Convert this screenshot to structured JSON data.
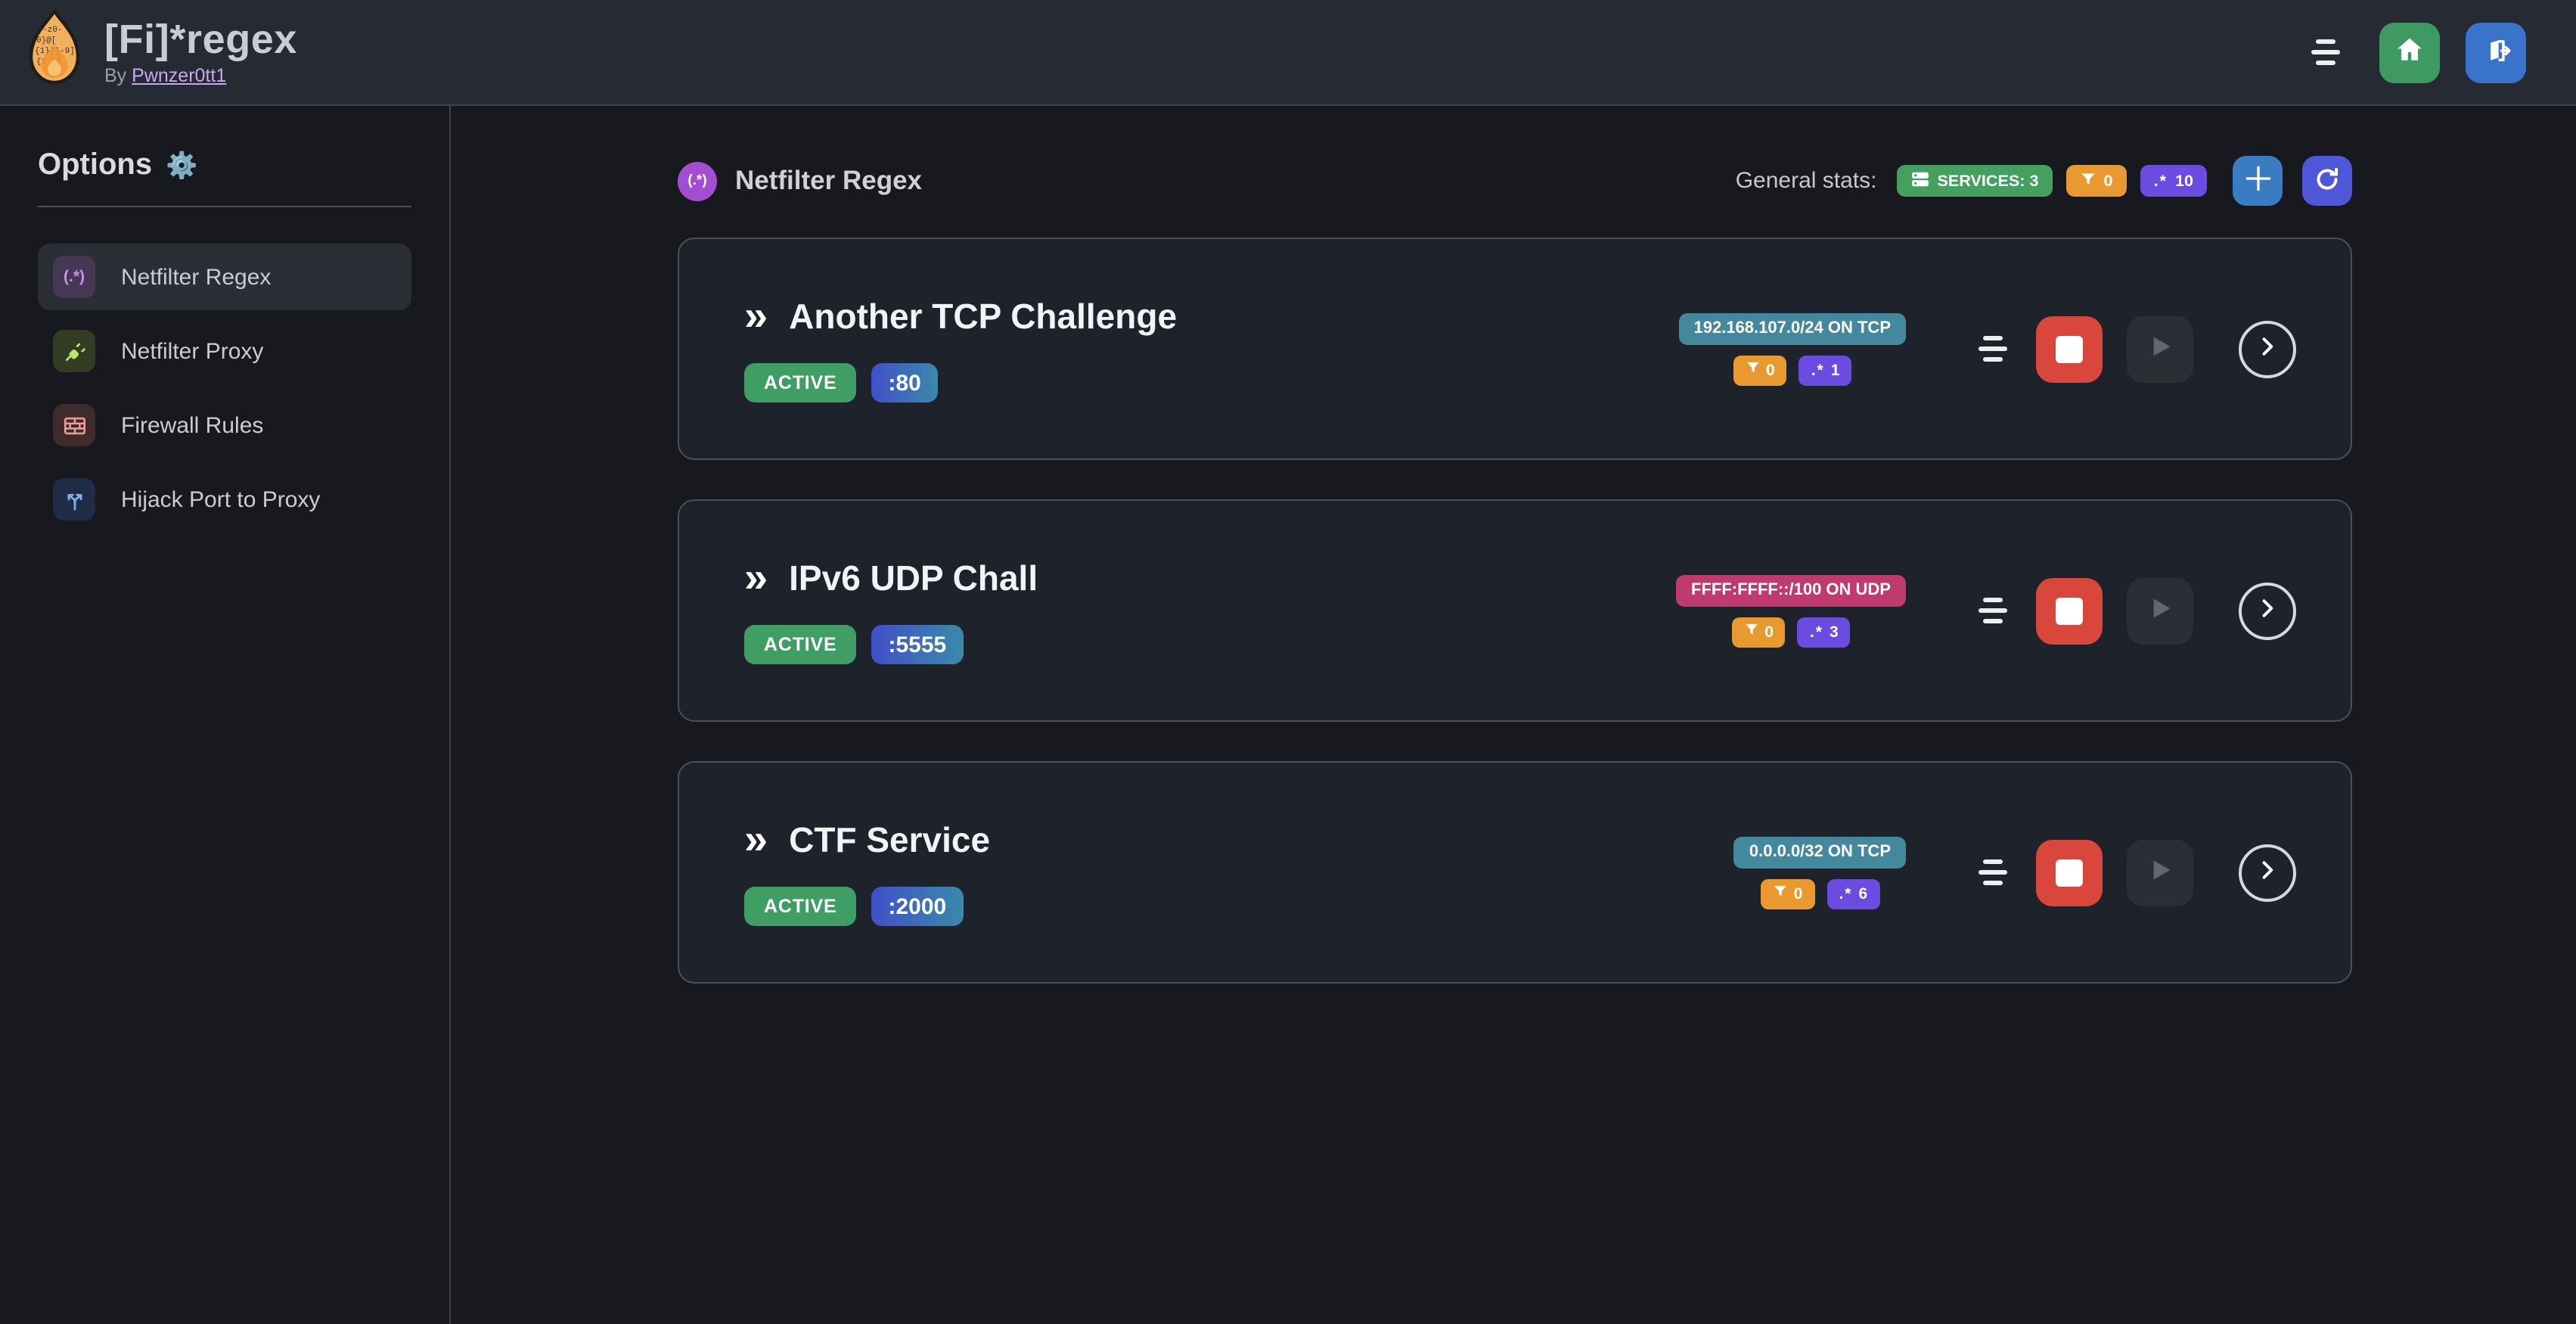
{
  "topbar": {
    "title": "[Fi]*regex",
    "byline_prefix": "By",
    "author_link": "Pwnzer0tt1"
  },
  "sidebar": {
    "header": "Options",
    "header_icon": "⚙️",
    "items": [
      {
        "label": "Netfilter Regex",
        "icon_text": "(.*)"
      },
      {
        "label": "Netfilter Proxy"
      },
      {
        "label": "Firewall Rules"
      },
      {
        "label": "Hijack Port to Proxy"
      }
    ]
  },
  "main": {
    "section_icon_text": "(.*)",
    "section_title": "Netfilter Regex",
    "stats_label": "General stats:",
    "stats": {
      "services_badge": "SERVICES: 3",
      "filters_count": "0",
      "regex_icon": ".*",
      "regex_count": "10"
    },
    "services": [
      {
        "name": "Another TCP Challenge",
        "status": "ACTIVE",
        "port": ":80",
        "target": "192.168.107.0/24 ON TCP",
        "filters_count": "0",
        "regex_count": "1"
      },
      {
        "name": "IPv6 UDP Chall",
        "status": "ACTIVE",
        "port": ":5555",
        "target": "FFFF:FFFF::/100 ON UDP",
        "filters_count": "0",
        "regex_count": "3"
      },
      {
        "name": "CTF Service",
        "status": "ACTIVE",
        "port": ":2000",
        "target": "0.0.0.0/32 ON TCP",
        "filters_count": "0",
        "regex_count": "6"
      }
    ]
  },
  "colors": {
    "topbar_bg": "#262a33",
    "page_bg": "#17191f",
    "card_bg": "#1e222a",
    "card_border": "#4b4f56",
    "accent_green": "#3f9e63",
    "accent_orange": "#e8992f",
    "accent_violet": "#6b4ce0",
    "accent_teal": "#44889d",
    "accent_pink": "#bf3a6d",
    "accent_red": "#d9463c",
    "accent_blue": "#3a7cc2",
    "accent_indigo": "#4d57d8",
    "accent_purple": "#a34ed2",
    "link_purple": "#c6a9ef"
  }
}
